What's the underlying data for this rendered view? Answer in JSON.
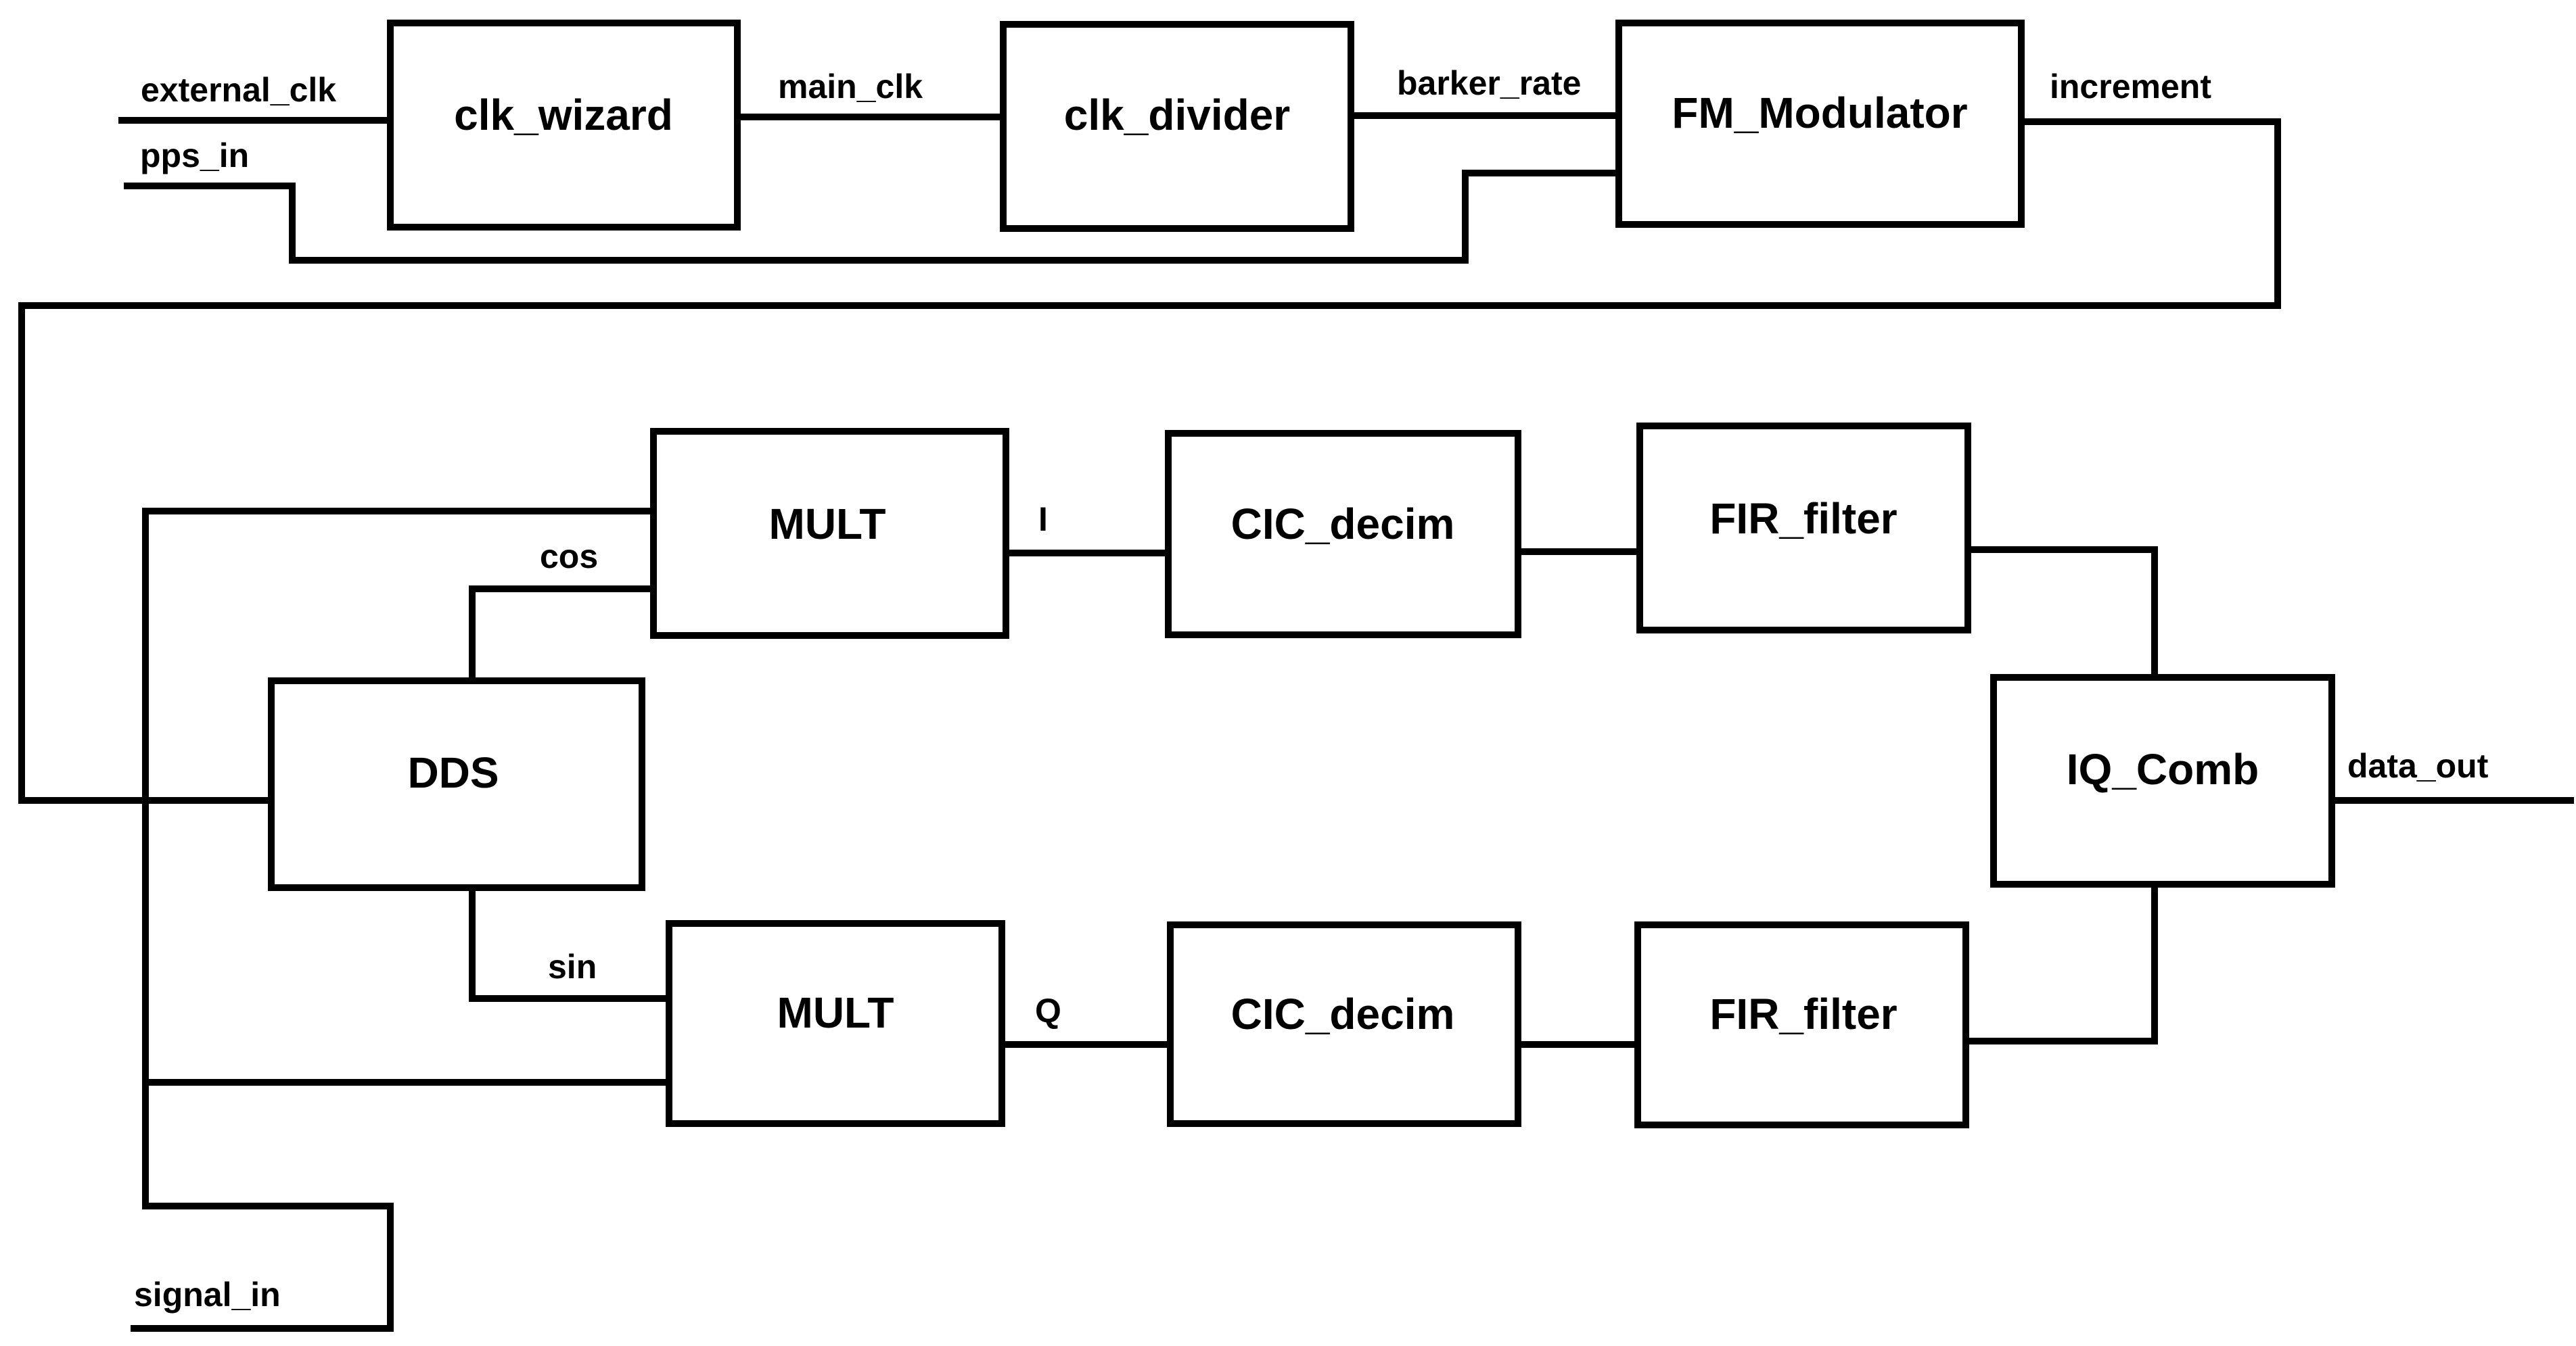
{
  "diagram": {
    "blocks": {
      "clk_wizard": "clk_wizard",
      "clk_divider": "clk_divider",
      "fm_modulator": "FM_Modulator",
      "mult_i": "MULT",
      "mult_q": "MULT",
      "cic_i": "CIC_decim",
      "cic_q": "CIC_decim",
      "fir_i": "FIR_filter",
      "fir_q": "FIR_filter",
      "dds": "DDS",
      "iq_comb": "IQ_Comb"
    },
    "signals": {
      "external_clk": "external_clk",
      "pps_in": "pps_in",
      "main_clk": "main_clk",
      "barker_rate": "barker_rate",
      "increment": "increment",
      "cos": "cos",
      "sin": "sin",
      "i": "I",
      "q": "Q",
      "data_out": "data_out",
      "signal_in": "signal_in"
    }
  }
}
